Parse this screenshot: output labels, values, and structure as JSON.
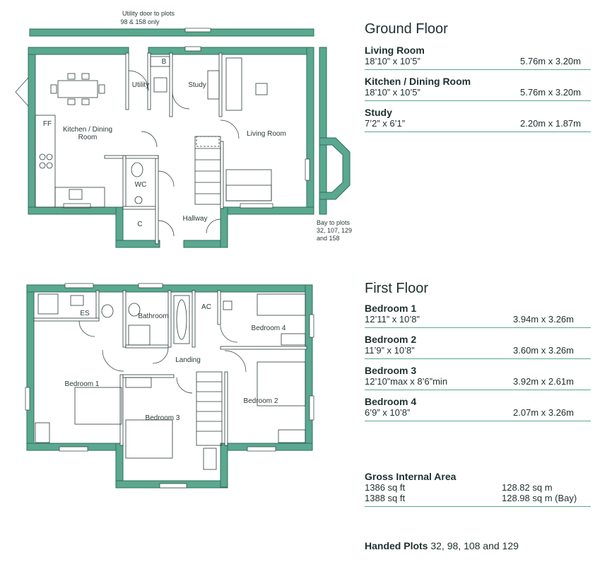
{
  "ground_floor": {
    "title": "Ground Floor",
    "rooms": [
      {
        "name": "Living Room",
        "imperial": "18’10” x 10’5”",
        "metric": "5.76m x 3.20m"
      },
      {
        "name": "Kitchen / Dining Room",
        "imperial": "18’10” x 10’5”",
        "metric": "5.76m x 3.20m"
      },
      {
        "name": "Study",
        "imperial": "7’2” x 6’1”",
        "metric": "2.20m x 1.87m"
      }
    ]
  },
  "first_floor": {
    "title": "First Floor",
    "rooms": [
      {
        "name": "Bedroom 1",
        "imperial": "12’11” x 10’8”",
        "metric": "3.94m x 3.26m"
      },
      {
        "name": "Bedroom 2",
        "imperial": "11’9” x 10’8”",
        "metric": "3.60m x 3.26m"
      },
      {
        "name": "Bedroom 3",
        "imperial": "12’10”max x 8’6”min",
        "metric": "3.92m x 2.61m"
      },
      {
        "name": "Bedroom 4",
        "imperial": "6’9” x 10’8”",
        "metric": "2.07m x 3.26m"
      }
    ]
  },
  "gross_internal_area": {
    "title": "Gross Internal Area",
    "rows": [
      {
        "sqft": "1386 sq ft",
        "sqm": "128.82 sq m"
      },
      {
        "sqft": "1388 sq ft",
        "sqm": "128.98 sq m (Bay)"
      }
    ]
  },
  "handed": {
    "label": "Handed Plots",
    "plots": "32, 98, 108 and 129"
  },
  "plan_labels": {
    "utility_note_1": "Utility door to plots",
    "utility_note_2": "98 & 158 only",
    "bay_note_1": "Bay to plots",
    "bay_note_2": "32, 107, 129",
    "bay_note_3": "and 158",
    "kitchen_1": "Kitchen / Dining",
    "kitchen_2": "Room",
    "ff": "FF",
    "utility": "Utility",
    "b": "B",
    "study": "Study",
    "living": "Living Room",
    "wc": "WC",
    "c": "C",
    "hallway": "Hallway",
    "es": "ES",
    "bathroom": "Bathroom",
    "ac": "AC",
    "bedroom4": "Bedroom 4",
    "landing": "Landing",
    "bedroom1": "Bedroom 1",
    "bedroom3": "Bedroom 3",
    "bedroom2": "Bedroom 2"
  },
  "colors": {
    "wall": "#5aa88f",
    "text": "#2b3a3a"
  }
}
